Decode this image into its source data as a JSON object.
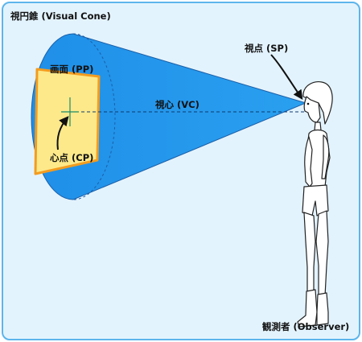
{
  "labels": {
    "visual_cone": "視円錐 (Visual Cone)",
    "station_point": "視点 (SP)",
    "picture_plane": "画面 (PP)",
    "visual_center": "視心 (VC)",
    "center_point": "心点 (CP)",
    "observer": "観測者 (Observer)"
  },
  "colors": {
    "background": "#e3f3fd",
    "frame_border": "#5cb5ec",
    "cone_fill": "#1b94ea",
    "cone_edge": "#1a5fa8",
    "picture_plane_fill": "#fde98a",
    "picture_plane_border": "#f39c1f",
    "center_mark": "#1a8a6a"
  }
}
